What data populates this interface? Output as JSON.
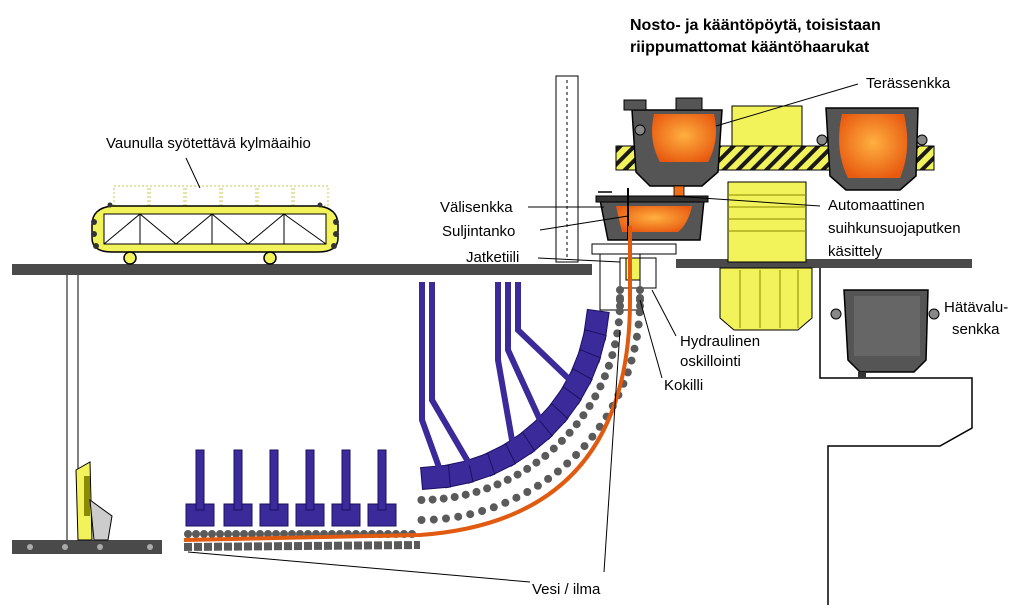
{
  "labels": {
    "title_line1": "Nosto- ja kääntöpöytä, toisistaan",
    "title_line2": "riippumattomat kääntöhaarukat",
    "terassenkka": "Terässenkka",
    "kylmaaihio": "Vaunulla syötettävä kylmäaihio",
    "valisenkka": "Välisenkka",
    "suljintanko": "Suljintanko",
    "jatketiili": "Jatketiili",
    "automaattinen_1": "Automaattinen",
    "automaattinen_2": "suihkunsuojaputken",
    "automaattinen_3": "käsittely",
    "hatavalu_1": "Hätävalu-",
    "hatavalu_2": "senkka",
    "hydraulinen_1": "Hydraulinen",
    "hydraulinen_2": "oskillointi",
    "kokilli": "Kokilli",
    "vesi_ilma": "Vesi / ilma"
  },
  "colors": {
    "floor": "#4a4a4a",
    "structure_yellow": "#f2f25a",
    "yellow_dark": "#8a8a00",
    "ladle_gray": "#555555",
    "molten": "#f07018",
    "strand": "#e05a10",
    "spray_purple": "#3a2a9a",
    "roller": "#5a5a5a"
  },
  "icons": [
    "steel-ladle-icon",
    "tundish-icon",
    "emergency-ladle-icon",
    "cold-billet-car-icon"
  ]
}
